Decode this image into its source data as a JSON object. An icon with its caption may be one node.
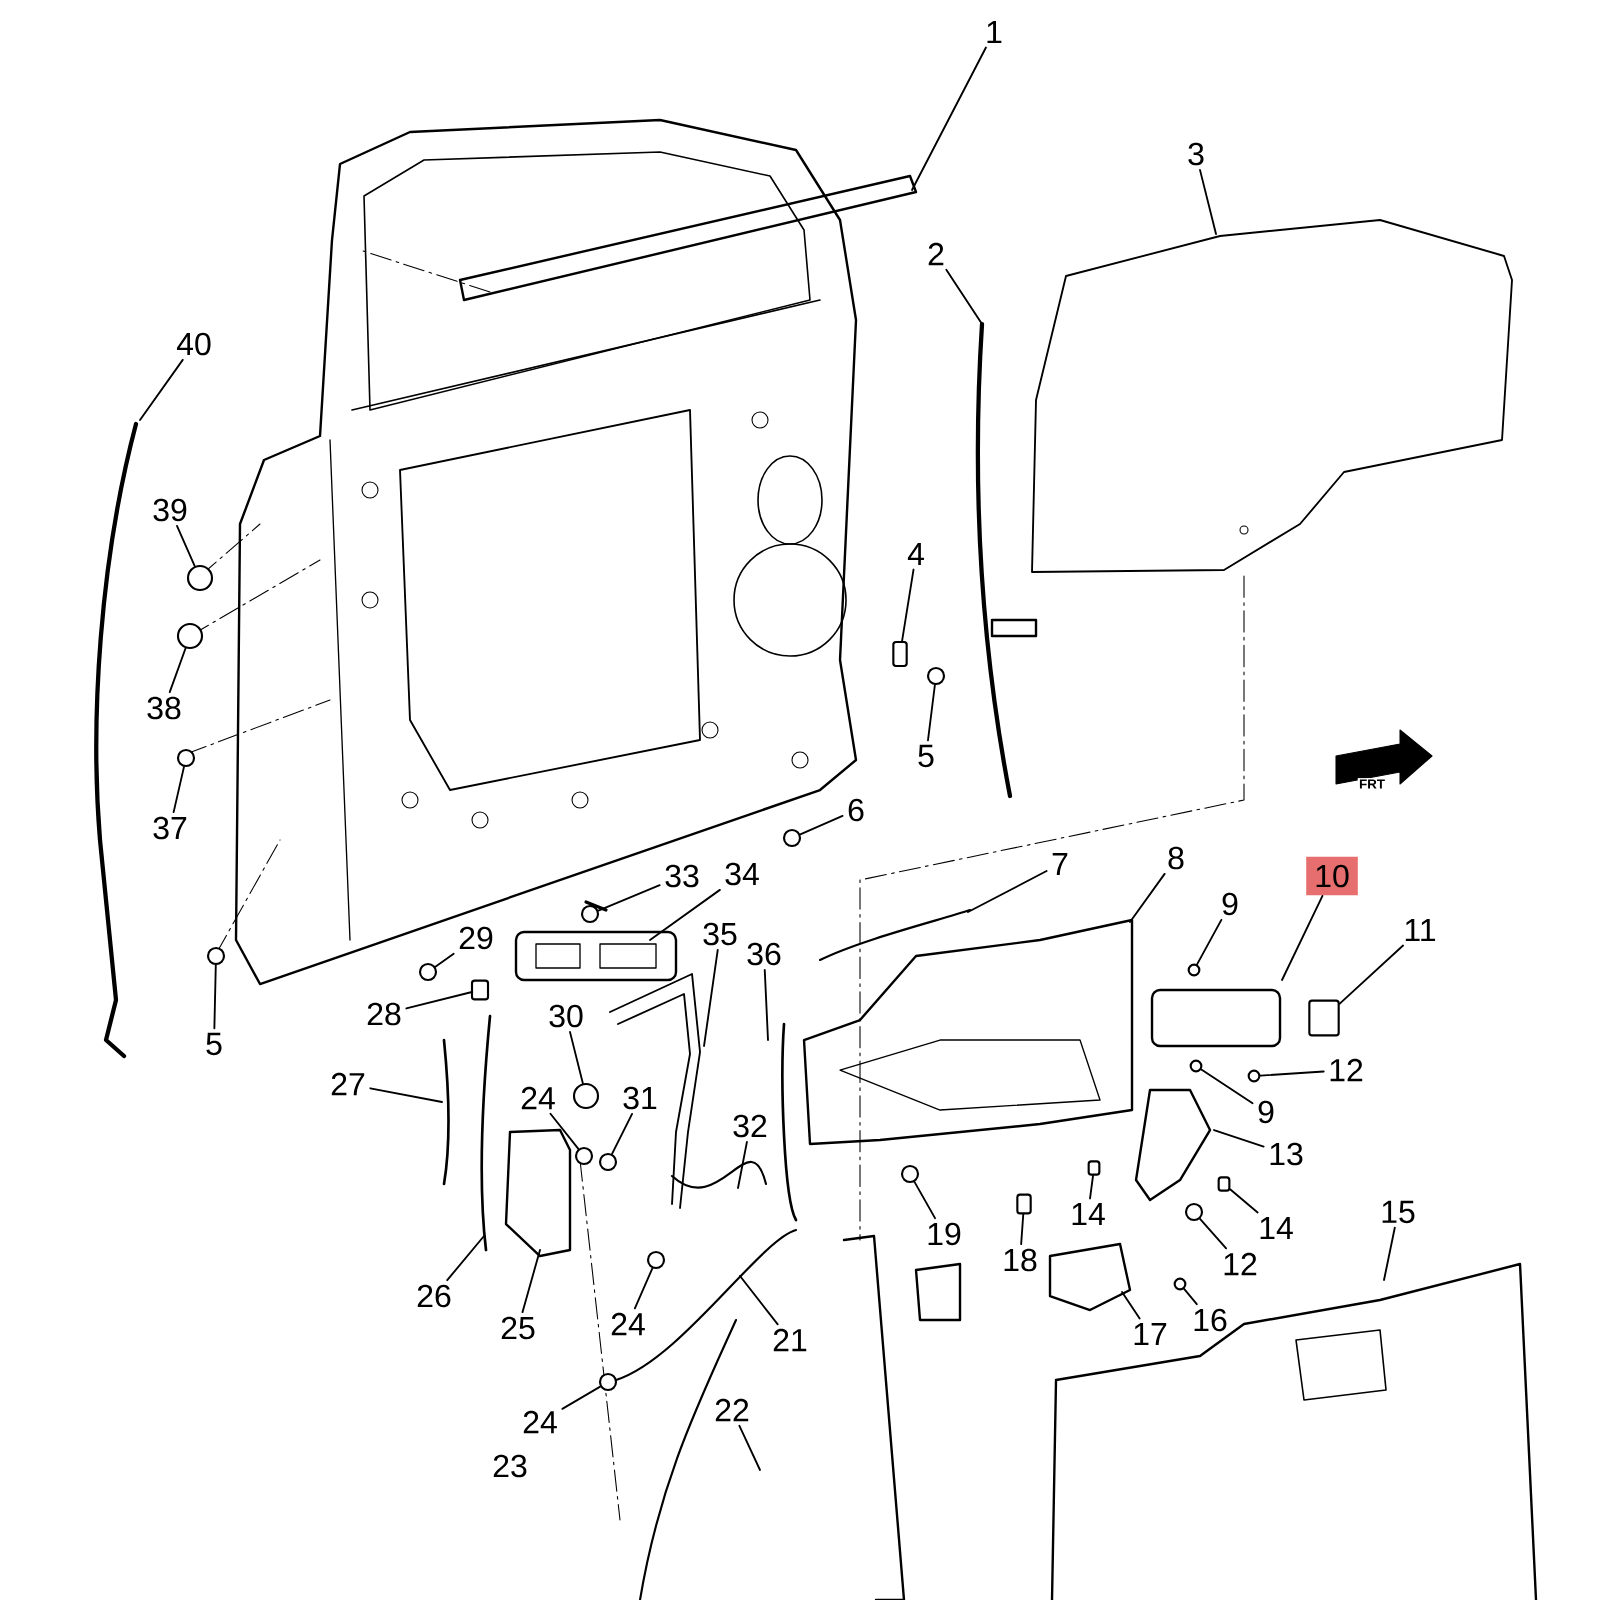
{
  "diagram": {
    "nodes": [
      {
        "text": [
          "1"
        ]
      },
      {
        "text": [
          "3"
        ]
      },
      {
        "text": [
          "2"
        ]
      },
      {
        "text": [
          "40"
        ]
      },
      {
        "text": [
          "39"
        ]
      },
      {
        "text": [
          "4"
        ]
      },
      {
        "text": [
          "38"
        ]
      },
      {
        "text": [
          "5"
        ]
      },
      {
        "text": [
          "37"
        ]
      },
      {
        "text": [
          "6"
        ]
      },
      {
        "text": [
          "33"
        ]
      },
      {
        "text": [
          "34"
        ]
      },
      {
        "text": [
          "7"
        ]
      },
      {
        "text": [
          "8"
        ]
      },
      {
        "text": [
          "10"
        ]
      },
      {
        "text": [
          "9"
        ]
      },
      {
        "text": [
          "11"
        ]
      },
      {
        "text": [
          "29"
        ]
      },
      {
        "text": [
          "35"
        ]
      },
      {
        "text": [
          "36"
        ]
      },
      {
        "text": [
          "28"
        ]
      },
      {
        "text": [
          "30"
        ]
      },
      {
        "text": [
          "5"
        ]
      },
      {
        "text": [
          "27"
        ]
      },
      {
        "text": [
          "12"
        ]
      },
      {
        "text": [
          "24"
        ]
      },
      {
        "text": [
          "31"
        ]
      },
      {
        "text": [
          "9"
        ]
      },
      {
        "text": [
          "32"
        ]
      },
      {
        "text": [
          "13"
        ]
      },
      {
        "text": [
          "14"
        ]
      },
      {
        "text": [
          "15"
        ]
      },
      {
        "text": [
          "14"
        ]
      },
      {
        "text": [
          "19"
        ]
      },
      {
        "text": [
          "18"
        ]
      },
      {
        "text": [
          "12"
        ]
      },
      {
        "text": [
          "26"
        ]
      },
      {
        "text": [
          "16"
        ]
      },
      {
        "text": [
          "25"
        ]
      },
      {
        "text": [
          "24"
        ]
      },
      {
        "text": [
          "17"
        ]
      },
      {
        "text": [
          "21"
        ]
      },
      {
        "text": [
          "22"
        ]
      },
      {
        "text": [
          "24"
        ]
      },
      {
        "text": [
          "23"
        ]
      },
      {
        "text": [],
        "shape": "circle"
      },
      {
        "text": [],
        "shape": "box"
      },
      {
        "text": [],
        "shape": "circle"
      },
      {
        "text": [],
        "shape": "circle"
      },
      {
        "text": [],
        "shape": "circle"
      },
      {
        "text": [],
        "shape": "circle"
      },
      {
        "text": [],
        "shape": "circle"
      },
      {
        "text": [],
        "shape": "circle"
      },
      {
        "text": [],
        "shape": "box"
      },
      {
        "text": [],
        "shape": "circle"
      },
      {
        "text": [],
        "shape": "box"
      },
      {
        "text": [],
        "shape": "circle"
      },
      {
        "text": [],
        "shape": "circle"
      },
      {
        "text": [],
        "shape": "circle"
      },
      {
        "text": [],
        "shape": "circle"
      },
      {
        "text": [],
        "shape": "circle"
      },
      {
        "text": [],
        "shape": "circle"
      },
      {
        "text": [],
        "shape": "box"
      },
      {
        "text": [],
        "shape": "box"
      },
      {
        "text": [],
        "shape": "circle"
      },
      {
        "text": [],
        "shape": "box"
      },
      {
        "text": [],
        "shape": "circle"
      },
      {
        "text": [],
        "shape": "circle"
      },
      {
        "text": [],
        "shape": "circle"
      },
      {
        "text": [],
        "shape": "circle"
      }
    ],
    "edges": [
      {
        "from": 0,
        "to": null,
        "arrow": "none"
      },
      {
        "from": 1,
        "to": null,
        "arrow": "none"
      },
      {
        "from": 2,
        "to": null,
        "arrow": "none"
      },
      {
        "from": 3,
        "to": null,
        "arrow": "none"
      },
      {
        "from": 4,
        "to": 45,
        "arrow": "none"
      },
      {
        "from": 5,
        "to": 46,
        "arrow": "none"
      },
      {
        "from": 6,
        "to": 47,
        "arrow": "none"
      },
      {
        "from": 7,
        "to": 48,
        "arrow": "none"
      },
      {
        "from": 8,
        "to": 49,
        "arrow": "none"
      },
      {
        "from": 9,
        "to": 50,
        "arrow": "none"
      },
      {
        "from": 10,
        "to": 51,
        "arrow": "none"
      },
      {
        "from": 11,
        "to": null,
        "arrow": "none"
      },
      {
        "from": 12,
        "to": null,
        "arrow": "none"
      },
      {
        "from": 13,
        "to": null,
        "arrow": "none"
      },
      {
        "from": 14,
        "to": null,
        "arrow": "none"
      },
      {
        "from": 15,
        "to": 52,
        "arrow": "none"
      },
      {
        "from": 16,
        "to": 53,
        "arrow": "none"
      },
      {
        "from": 17,
        "to": 54,
        "arrow": "none"
      },
      {
        "from": 18,
        "to": null,
        "arrow": "none"
      },
      {
        "from": 19,
        "to": null,
        "arrow": "none"
      },
      {
        "from": 20,
        "to": 55,
        "arrow": "none"
      },
      {
        "from": 21,
        "to": 56,
        "arrow": "none"
      },
      {
        "from": 22,
        "to": 57,
        "arrow": "none"
      },
      {
        "from": 23,
        "to": null,
        "arrow": "none"
      },
      {
        "from": 24,
        "to": 58,
        "arrow": "none"
      },
      {
        "from": 25,
        "to": 59,
        "arrow": "none"
      },
      {
        "from": 26,
        "to": 60,
        "arrow": "none"
      },
      {
        "from": 27,
        "to": 61,
        "arrow": "none"
      },
      {
        "from": 28,
        "to": null,
        "arrow": "none"
      },
      {
        "from": 29,
        "to": null,
        "arrow": "none"
      },
      {
        "from": 30,
        "to": 62,
        "arrow": "none"
      },
      {
        "from": 31,
        "to": null,
        "arrow": "none"
      },
      {
        "from": 32,
        "to": 63,
        "arrow": "none"
      },
      {
        "from": 33,
        "to": 64,
        "arrow": "none"
      },
      {
        "from": 34,
        "to": 65,
        "arrow": "none"
      },
      {
        "from": 35,
        "to": 66,
        "arrow": "none"
      },
      {
        "from": 36,
        "to": null,
        "arrow": "none"
      },
      {
        "from": 37,
        "to": 67,
        "arrow": "none"
      },
      {
        "from": 38,
        "to": null,
        "arrow": "none"
      },
      {
        "from": 39,
        "to": 68,
        "arrow": "none"
      },
      {
        "from": 40,
        "to": null,
        "arrow": "none"
      },
      {
        "from": 41,
        "to": null,
        "arrow": "none"
      },
      {
        "from": 42,
        "to": null,
        "arrow": "none"
      },
      {
        "from": 43,
        "to": 69,
        "arrow": "none"
      }
    ],
    "labels": [
      "FRT"
    ]
  }
}
